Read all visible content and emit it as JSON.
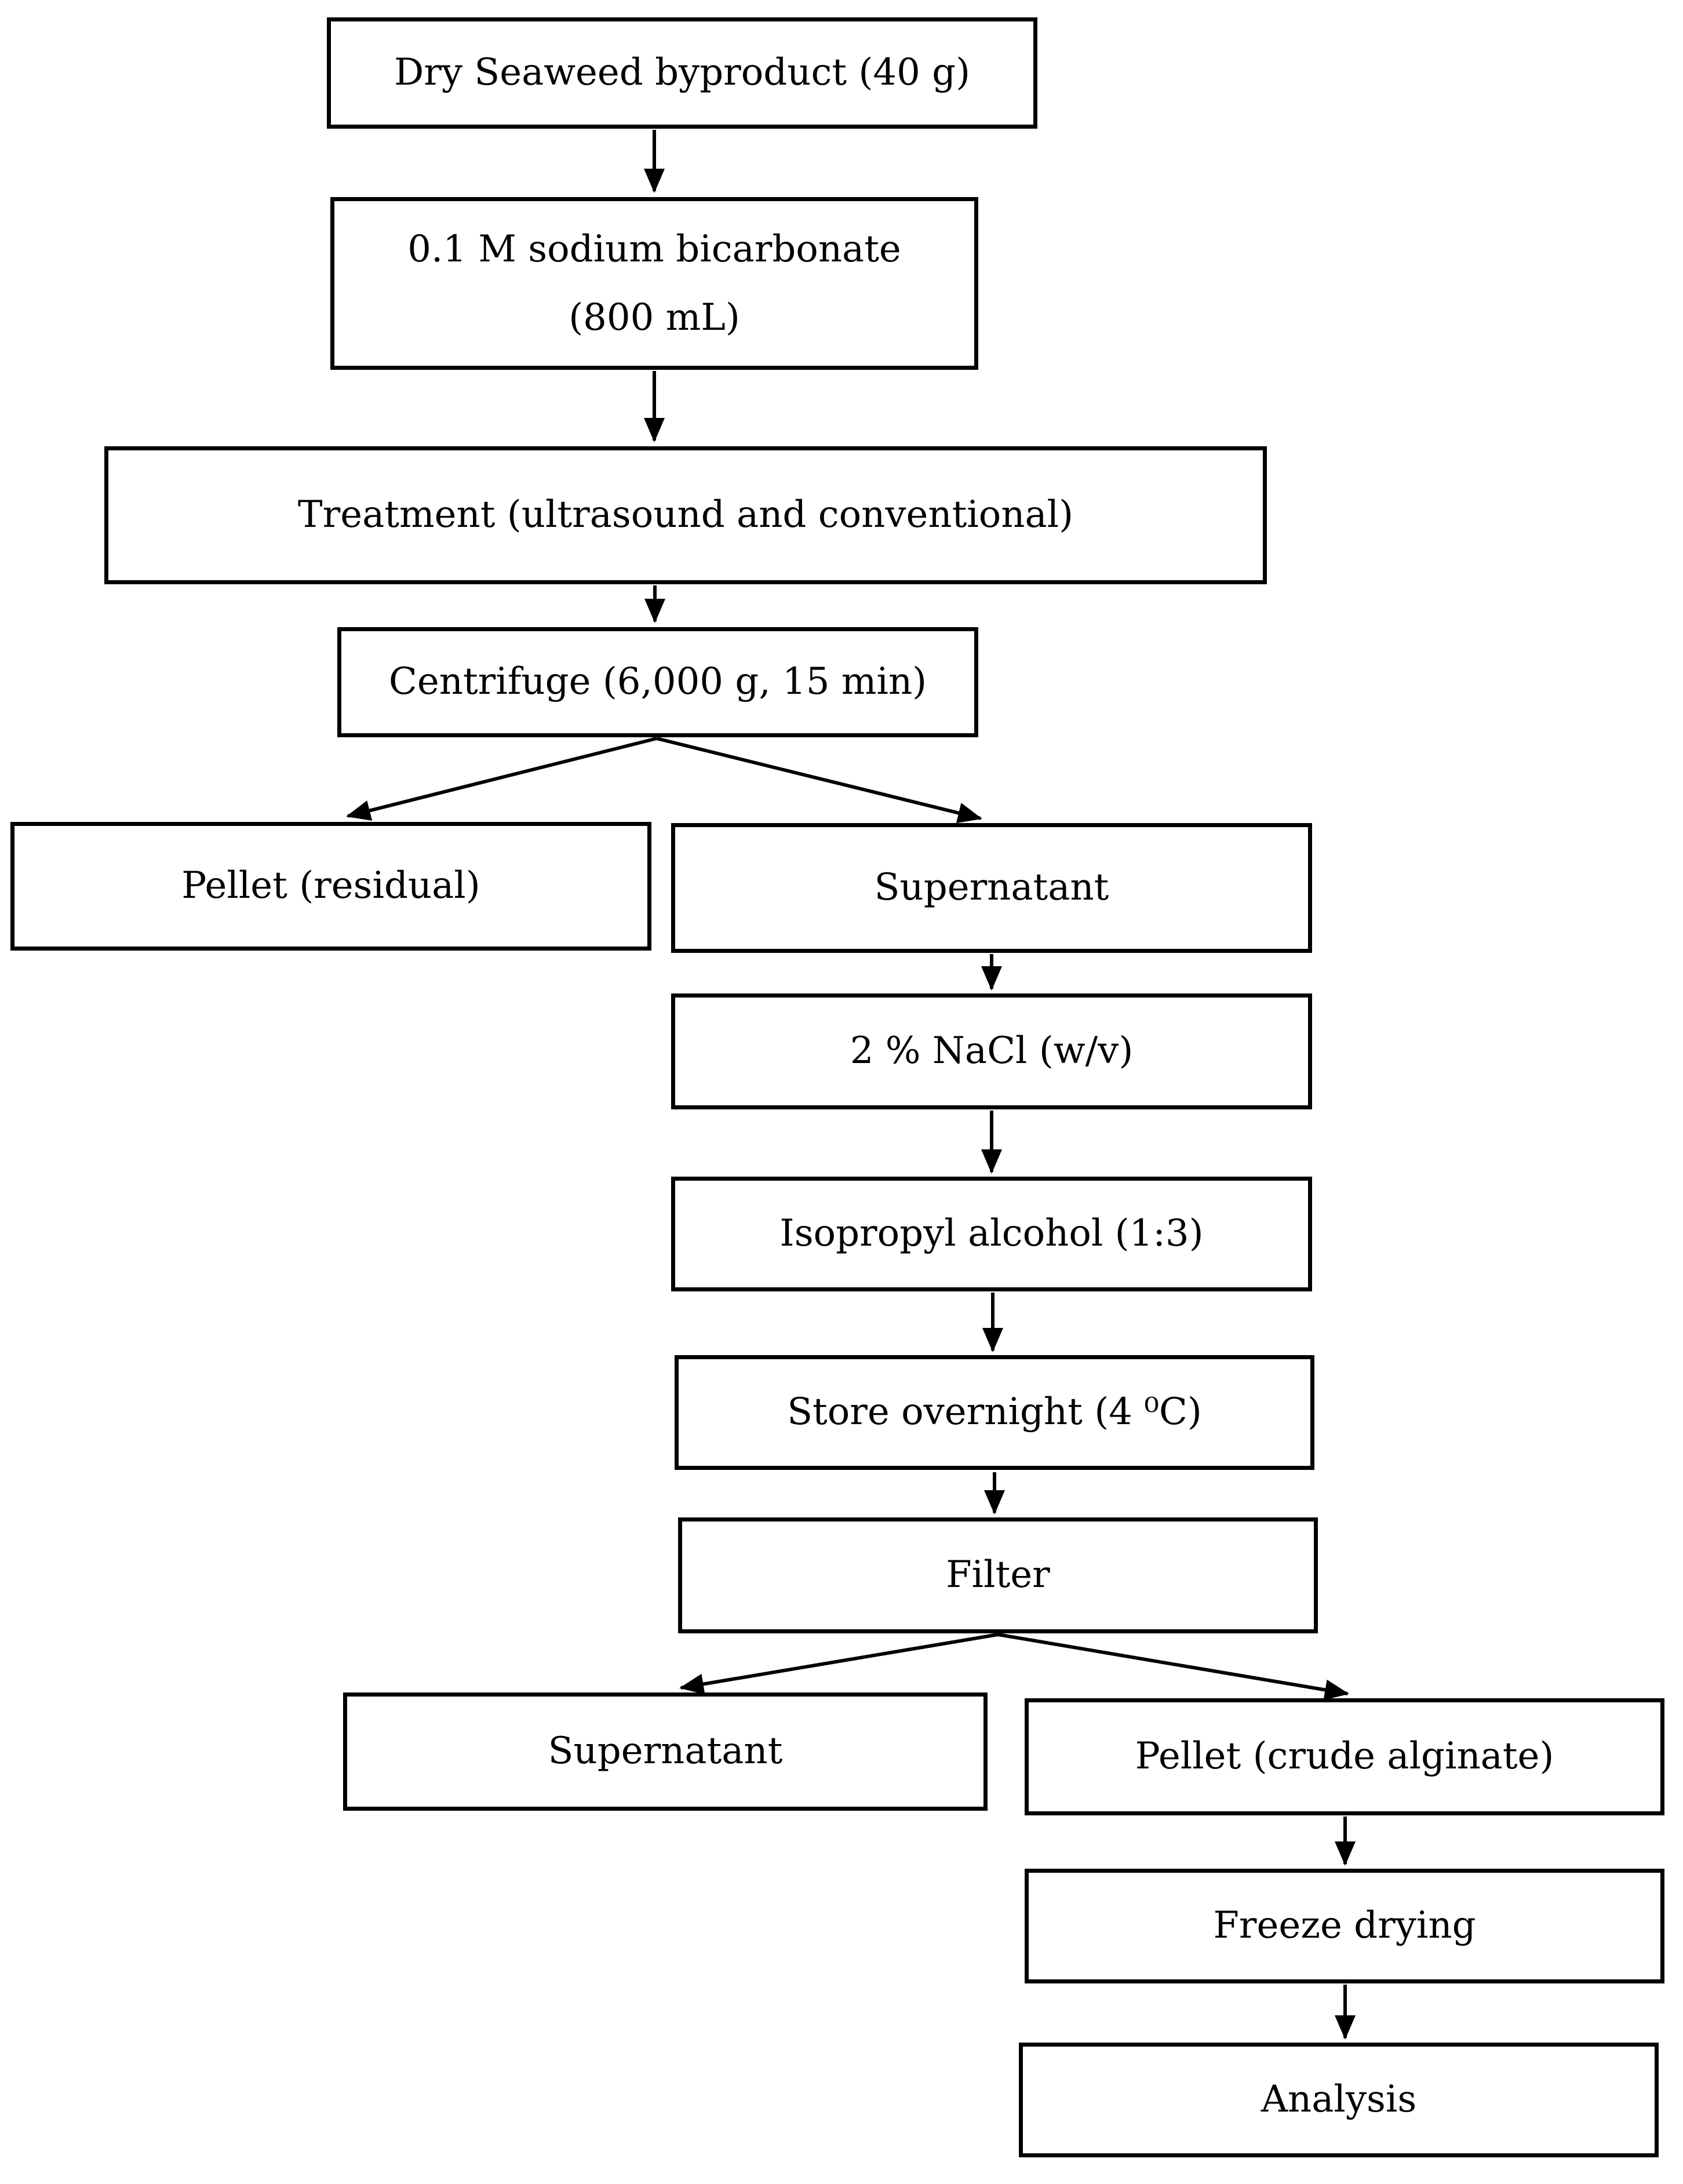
{
  "diagram": {
    "type": "flowchart",
    "colors": {
      "background": "#ffffff",
      "box_fill": "#ffffff",
      "box_border": "#000000",
      "text": "#000000",
      "arrow": "#000000"
    },
    "nodes": [
      {
        "id": "dry-seaweed-byproduct",
        "label": "Dry Seaweed byproduct (40 g)"
      },
      {
        "id": "sodium-bicarbonate",
        "label": "0.1 M sodium bicarbonate (800 mL)"
      },
      {
        "id": "treatment",
        "label": "Treatment (ultrasound and conventional)"
      },
      {
        "id": "centrifuge",
        "label": "Centrifuge (6,000 g, 15 min)"
      },
      {
        "id": "pellet-residual",
        "label": "Pellet (residual)"
      },
      {
        "id": "supernatant-1",
        "label": "Supernatant"
      },
      {
        "id": "nacl",
        "label": "2 % NaCl (w/v)"
      },
      {
        "id": "isopropyl-alcohol",
        "label": "Isopropyl alcohol (1:3)"
      },
      {
        "id": "store-overnight",
        "label": "Store overnight (4 ⁰C)"
      },
      {
        "id": "filter",
        "label": "Filter"
      },
      {
        "id": "supernatant-2",
        "label": "Supernatant"
      },
      {
        "id": "pellet-crude-alginate",
        "label": "Pellet (crude alginate)"
      },
      {
        "id": "freeze-drying",
        "label": "Freeze drying"
      },
      {
        "id": "analysis",
        "label": "Analysis"
      }
    ],
    "edges": [
      {
        "from": "dry-seaweed-byproduct",
        "to": "sodium-bicarbonate"
      },
      {
        "from": "sodium-bicarbonate",
        "to": "treatment"
      },
      {
        "from": "treatment",
        "to": "centrifuge"
      },
      {
        "from": "centrifuge",
        "to": "pellet-residual"
      },
      {
        "from": "centrifuge",
        "to": "supernatant-1"
      },
      {
        "from": "supernatant-1",
        "to": "nacl"
      },
      {
        "from": "nacl",
        "to": "isopropyl-alcohol"
      },
      {
        "from": "isopropyl-alcohol",
        "to": "store-overnight"
      },
      {
        "from": "store-overnight",
        "to": "filter"
      },
      {
        "from": "filter",
        "to": "supernatant-2"
      },
      {
        "from": "filter",
        "to": "pellet-crude-alginate"
      },
      {
        "from": "pellet-crude-alginate",
        "to": "freeze-drying"
      },
      {
        "from": "freeze-drying",
        "to": "analysis"
      }
    ]
  }
}
